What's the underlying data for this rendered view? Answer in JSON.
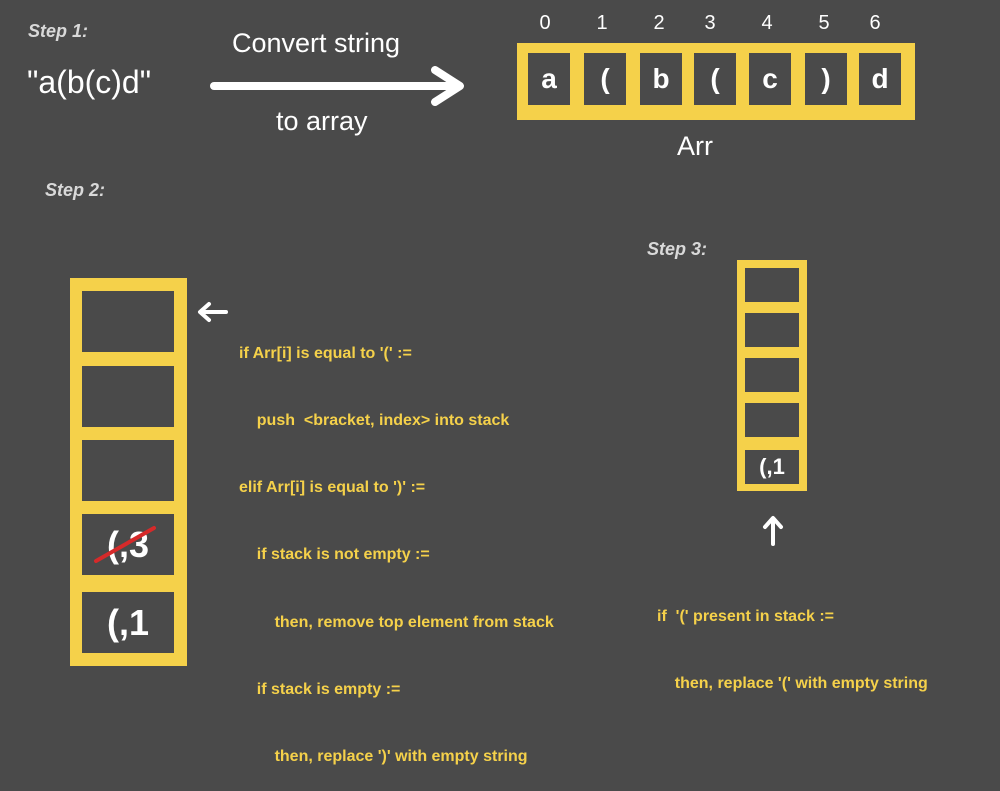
{
  "step1": {
    "label": "Step 1:",
    "input_string": "\"a(b(c)d\"",
    "arrow_top_text": "Convert string",
    "arrow_bottom_text": "to array",
    "array_name": "Arr",
    "indices": [
      "0",
      "1",
      "2",
      "3",
      "4",
      "5",
      "6"
    ],
    "cells": [
      "a",
      "(",
      "b",
      "(",
      "c",
      ")",
      "d"
    ]
  },
  "step2": {
    "label": "Step 2:",
    "stack": [
      "",
      "",
      "",
      "(,3",
      "(,1"
    ],
    "code_lines": [
      "if Arr[i] is equal to '(' :=",
      "    push  <bracket, index> into stack",
      "elif Arr[i] is equal to ')' :=",
      "    if stack is not empty :=",
      "        then, remove top element from stack",
      "    if stack is empty :=",
      "        then, replace ')' with empty string"
    ]
  },
  "step3": {
    "label": "Step 3:",
    "stack": [
      "",
      "",
      "",
      "",
      "(,1"
    ],
    "note_lines": [
      "if  '(' present in stack :=",
      "    then, replace '(' with empty string"
    ]
  },
  "colors": {
    "background": "#4a4a4a",
    "accent": "#f5d14a",
    "strike": "#d62a2a"
  }
}
